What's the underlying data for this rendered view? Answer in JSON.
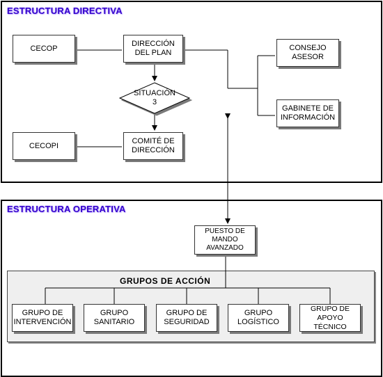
{
  "directive": {
    "title": "ESTRUCTURA DIRECTIVA",
    "cecop": "CECOP",
    "direccion": [
      "DIRECCIÓN",
      "DEL PLAN"
    ],
    "situacion": [
      "SITUACIÓN",
      "3"
    ],
    "cecopi": "CECOPI",
    "comite": [
      "COMITÉ DE",
      "DIRECCIÓN"
    ],
    "consejo": [
      "CONSEJO",
      "ASESOR"
    ],
    "gabinete": [
      "GABINETE DE",
      "INFORMACIÓN"
    ]
  },
  "operative": {
    "title": "ESTRUCTURA OPERATIVA",
    "puesto": [
      "PUESTO DE",
      "MANDO",
      "AVANZADO"
    ],
    "groups_title": "GRUPOS DE ACCIÓN",
    "groups": [
      [
        "GRUPO DE",
        "INTERVENCIÓN"
      ],
      [
        "GRUPO",
        "SANITARIO"
      ],
      [
        "GRUPO DE",
        "SEGURIDAD"
      ],
      [
        "GRUPO",
        "LOGÍSTICO"
      ],
      [
        "GRUPO DE",
        "APOYO TÉCNICO"
      ]
    ]
  },
  "colors": {
    "title": "#3300cc",
    "shadow": "#7a7a7a",
    "grey_area": "#efefef"
  }
}
